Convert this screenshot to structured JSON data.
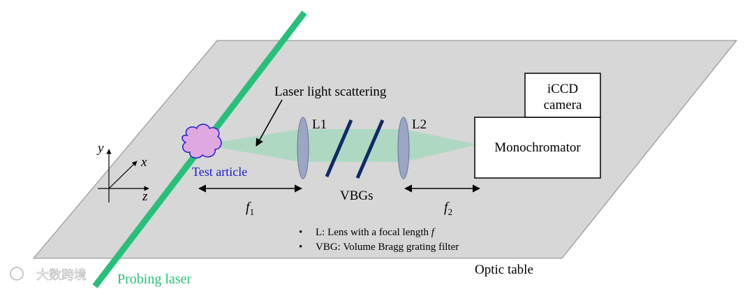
{
  "labels": {
    "laser_scattering": "Laser light scattering",
    "lens1": "L1",
    "lens2": "L2",
    "test_article": "Test article",
    "vbgs": "VBGs",
    "f1_main": "f",
    "f1_sub": "1",
    "f2_main": "f",
    "f2_sub": "2",
    "icc_line1": "iCCD",
    "icc_line2": "camera",
    "monochromator": "Monochromator",
    "axis_y": "y",
    "axis_x": "x",
    "axis_z": "z",
    "probing_laser": "Probing laser",
    "optic_table": "Optic table",
    "watermark": "大数跨境"
  },
  "legend": {
    "bullet": "•",
    "item1_prefix": "L: Lens with a focal length ",
    "item1_var": "f",
    "item2": "VBG: Volume Bragg grating filter"
  },
  "colors": {
    "table_fill": "#d7d7d7",
    "beam_green": "#27c07a",
    "scatter_fill": "#a8d8c0",
    "lens_fill": "#9aa6c4",
    "vbg_blue": "#0f2a66",
    "cloud_fill": "#e0a8e0",
    "cloud_stroke": "#2020d0",
    "test_article_text": "#1a1acc",
    "probing_text": "#27c07a"
  }
}
